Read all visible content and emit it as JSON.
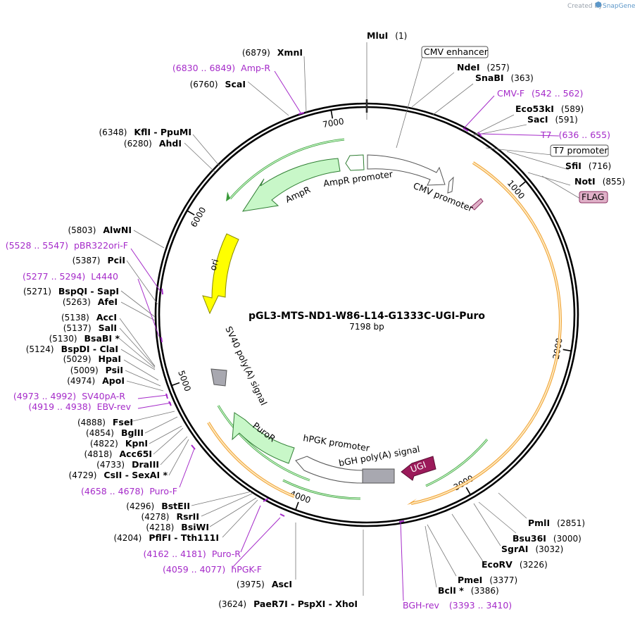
{
  "credit": {
    "created_by": "Created by",
    "brand": "SnapGene",
    "icon": "snapgene-logo-icon"
  },
  "plasmid": {
    "name": "pGL3-MTS-ND1-W86-L14-G1333C-UGI-Puro",
    "size_label": "7198 bp",
    "length": 7198
  },
  "ticks": [
    "1000",
    "2000",
    "3000",
    "4000",
    "5000",
    "6000",
    "7000"
  ],
  "enzymes_right": [
    {
      "name": "MluI",
      "pos": "(1)"
    },
    {
      "name": "NdeI",
      "pos": "(257)"
    },
    {
      "name": "SnaBI",
      "pos": "(363)"
    },
    {
      "name": "Eco53kI",
      "pos": "(589)"
    },
    {
      "name": "SacI",
      "pos": "(591)"
    },
    {
      "name": "SfiI",
      "pos": "(716)"
    },
    {
      "name": "NotI",
      "pos": "(855)"
    },
    {
      "name": "PmlI",
      "pos": "(2851)"
    },
    {
      "name": "Bsu36I",
      "pos": "(3000)"
    },
    {
      "name": "SgrAI",
      "pos": "(3032)"
    },
    {
      "name": "EcoRV",
      "pos": "(3226)"
    },
    {
      "name": "PmeI",
      "pos": "(3377)"
    },
    {
      "name": "BclI *",
      "pos": "(3386)"
    }
  ],
  "enzymes_left": [
    {
      "pos": "(6879)",
      "name": "XmnI"
    },
    {
      "pos": "(6760)",
      "name": "ScaI"
    },
    {
      "pos": "(6348)",
      "name": "KflI  - PpuMI"
    },
    {
      "pos": "(6280)",
      "name": "AhdI"
    },
    {
      "pos": "(5803)",
      "name": "AlwNI"
    },
    {
      "pos": "(5387)",
      "name": "PciI"
    },
    {
      "pos": "(5271)",
      "name": "BspQI  - SapI"
    },
    {
      "pos": "(5263)",
      "name": "AfeI"
    },
    {
      "pos": "(5138)",
      "name": "AccI"
    },
    {
      "pos": "(5137)",
      "name": "SalI"
    },
    {
      "pos": "(5130)",
      "name": "BsaBI *"
    },
    {
      "pos": "(5124)",
      "name": "BspDI  - ClaI"
    },
    {
      "pos": "(5029)",
      "name": "HpaI"
    },
    {
      "pos": "(5009)",
      "name": "PsiI"
    },
    {
      "pos": "(4974)",
      "name": "ApoI"
    },
    {
      "pos": "(4888)",
      "name": "FseI"
    },
    {
      "pos": "(4854)",
      "name": "BglII"
    },
    {
      "pos": "(4822)",
      "name": "KpnI"
    },
    {
      "pos": "(4818)",
      "name": "Acc65I"
    },
    {
      "pos": "(4733)",
      "name": "DraIII"
    },
    {
      "pos": "(4729)",
      "name": "CsII  - SexAI *"
    },
    {
      "pos": "(4296)",
      "name": "BstEII"
    },
    {
      "pos": "(4278)",
      "name": "RsrII"
    },
    {
      "pos": "(4218)",
      "name": "BsiWI"
    },
    {
      "pos": "(4204)",
      "name": "PflFI  - Tth111I"
    },
    {
      "pos": "(3975)",
      "name": "AscI"
    },
    {
      "pos": "(3624)",
      "name": "PaeR7I  - PspXI  - XhoI"
    }
  ],
  "primers": [
    {
      "range": "(6830 .. 6849)",
      "name": "Amp-R"
    },
    {
      "range": "(542 .. 562)",
      "name": "CMV-F"
    },
    {
      "range": "(636 .. 655)",
      "name": "T7"
    },
    {
      "range": "(5528 .. 5547)",
      "name": "pBR322ori-F"
    },
    {
      "range": "(5277 .. 5294)",
      "name": "L4440"
    },
    {
      "range": "(4973 .. 4992)",
      "name": "SV40pA-R"
    },
    {
      "range": "(4919 .. 4938)",
      "name": "EBV-rev"
    },
    {
      "range": "(4658 .. 4678)",
      "name": "Puro-F"
    },
    {
      "range": "(4162 .. 4181)",
      "name": "Puro-R"
    },
    {
      "range": "(4059 .. 4077)",
      "name": "hPGK-F"
    },
    {
      "range": "(3393 .. 3410)",
      "name": "BGH-rev"
    }
  ],
  "boxed_labels": [
    "CMV enhancer",
    "T7 promoter",
    "FLAG"
  ],
  "features": [
    "AmpR",
    "AmpR promoter",
    "CMV promoter",
    "ori",
    "SV40 poly(A) signal",
    "PuroR",
    "hPGK promoter",
    "bGH poly(A) signal",
    "UGI"
  ],
  "colors": {
    "backbone": "#000000",
    "feature_green": "#c8f7c8",
    "feature_stroke": "#2e7d32",
    "orf_orange": "#f0a030",
    "orf_green": "#3a9a3a",
    "ori_yellow": "#ffff00",
    "ugi": "#9b1a5a",
    "flag": "#e0b0c8",
    "polyA": "#a8a8b0",
    "primer": "#a52bc9",
    "tick": "#000000"
  }
}
